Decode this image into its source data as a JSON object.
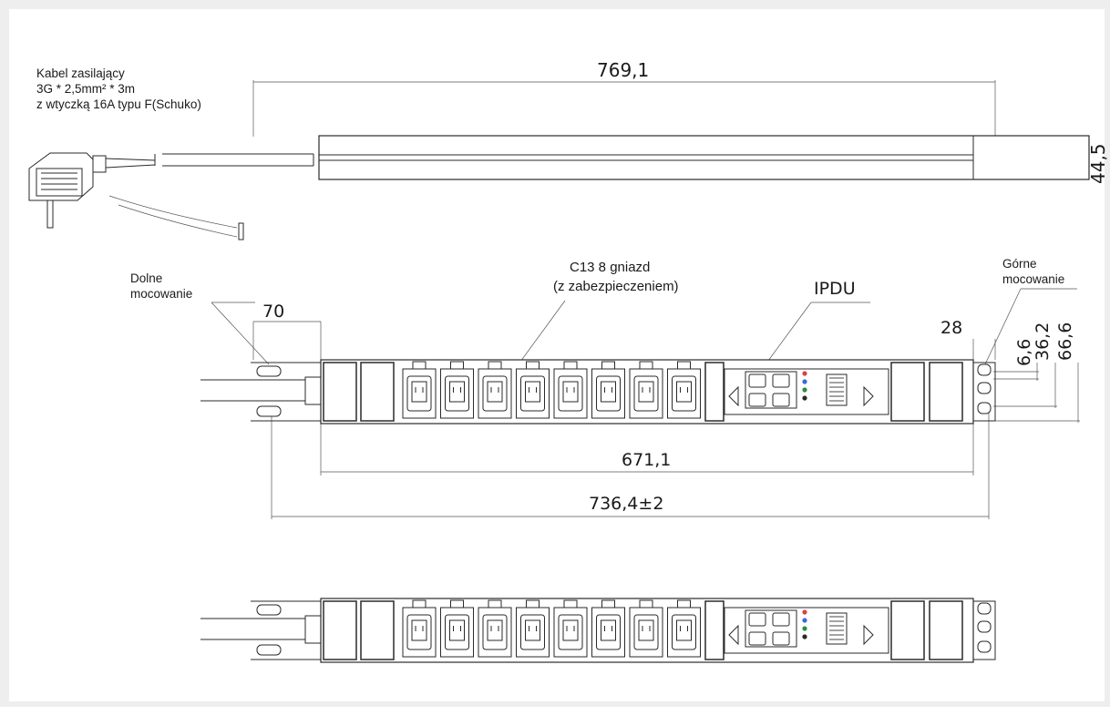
{
  "cable_label": {
    "line1": "Kabel zasilający",
    "line2": "3G * 2,5mm² * 3m",
    "line3": "z wtyczką 16A typu F(Schuko)"
  },
  "dimensions": {
    "total_length": "769,1",
    "height": "44,5",
    "offset_left": "70",
    "offset_right": "28",
    "hole_a": "6,6",
    "hole_b": "36,2",
    "hole_c": "66,6",
    "body_length": "671,1",
    "mount_length": "736,4±2"
  },
  "labels": {
    "bottom_mount_1": "Dolne",
    "bottom_mount_2": "mocowanie",
    "top_mount_1": "Górne",
    "top_mount_2": "mocowanie",
    "outlets_1": "C13 8 gniazd",
    "outlets_2": "(z zabezpieczeniem)",
    "ipdu": "IPDU"
  },
  "outlet_count": 8
}
